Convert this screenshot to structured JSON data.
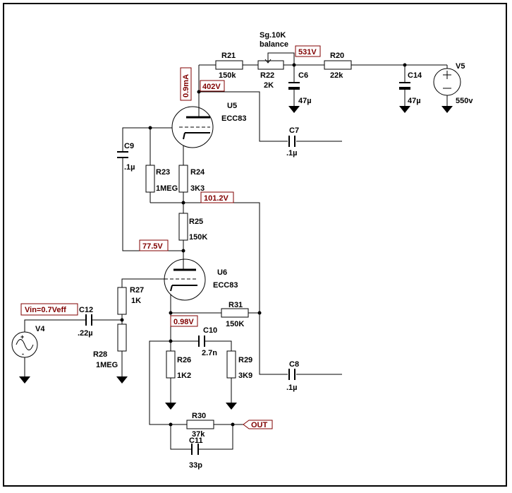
{
  "components": {
    "r21": {
      "ref": "R21",
      "value": "150k"
    },
    "r22": {
      "ref": "R22",
      "value": "2K"
    },
    "r20": {
      "ref": "R20",
      "value": "22k"
    },
    "c6": {
      "ref": "C6",
      "value": "47µ"
    },
    "c14": {
      "ref": "C14",
      "value": "47µ"
    },
    "v5": {
      "ref": "V5",
      "value": "550v"
    },
    "u5": {
      "ref": "U5",
      "value": "ECC83"
    },
    "c7": {
      "ref": "C7",
      "value": ".1µ"
    },
    "c9": {
      "ref": "C9",
      "value": ".1µ"
    },
    "r23": {
      "ref": "R23",
      "value": "1MEG"
    },
    "r24": {
      "ref": "R24",
      "value": "3K3"
    },
    "r25": {
      "ref": "R25",
      "value": "150K"
    },
    "u6": {
      "ref": "U6",
      "value": "ECC83"
    },
    "r27": {
      "ref": "R27",
      "value": "1K"
    },
    "c12": {
      "ref": "C12",
      "value": ".22µ"
    },
    "v4": {
      "ref": "V4"
    },
    "r28": {
      "ref": "R28",
      "value": "1MEG"
    },
    "r31": {
      "ref": "R31",
      "value": "150K"
    },
    "c10": {
      "ref": "C10",
      "value": "2.7n"
    },
    "r26": {
      "ref": "R26",
      "value": "1K2"
    },
    "r29": {
      "ref": "R29",
      "value": "3K9"
    },
    "c8": {
      "ref": "C8",
      "value": ".1µ"
    },
    "r30": {
      "ref": "R30",
      "value": "37k"
    },
    "c11": {
      "ref": "C11",
      "value": "33p"
    }
  },
  "annotations": {
    "balance_line1": "Sg.10K",
    "balance_line2": "balance",
    "v531": "531V",
    "v402": "402V",
    "i09": "0.9mA",
    "v1012": "101.2V",
    "v775": "77.5V",
    "vin": "Vin=0.7Veff",
    "v098": "0.98V",
    "out": "OUT"
  },
  "colors": {
    "wire": "#000000",
    "annotation": "#800000"
  }
}
